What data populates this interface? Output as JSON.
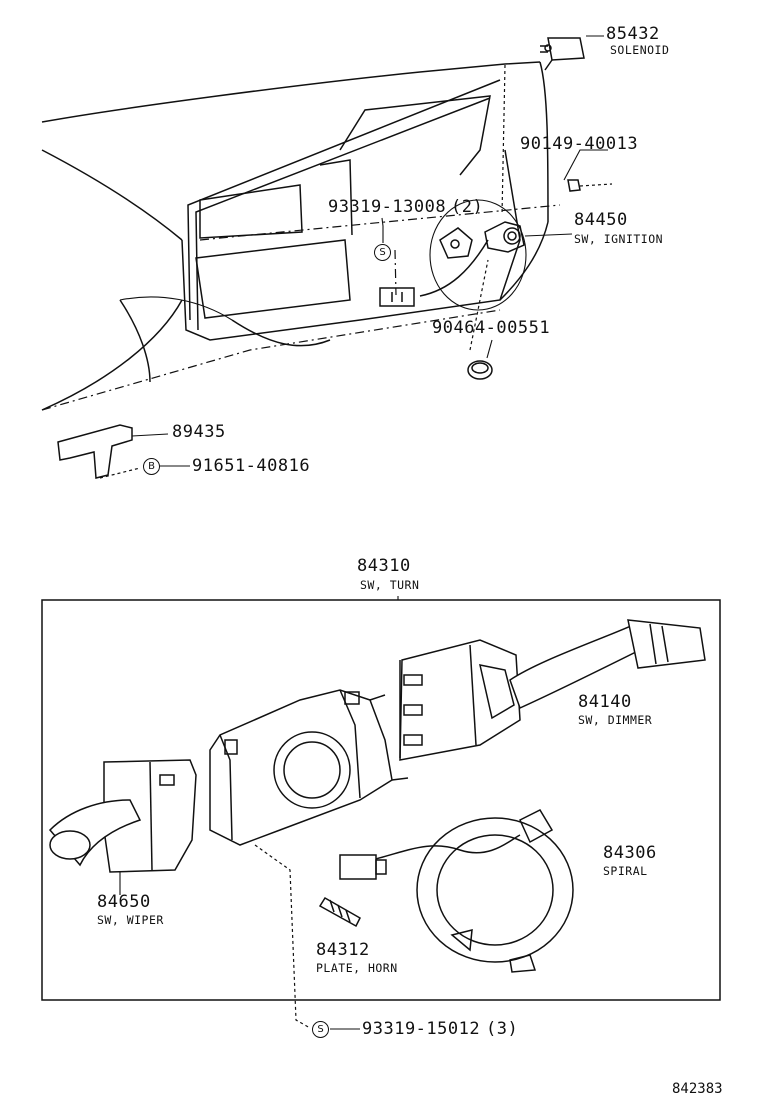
{
  "upper": {
    "solenoid": {
      "part": "85432",
      "name": "SOLENOID"
    },
    "bolt": {
      "part": "90149-40013"
    },
    "screw": {
      "part": "93319-13008",
      "qty": "(2)",
      "symbol": "S"
    },
    "ignition": {
      "part": "84450",
      "name": "SW, IGNITION"
    },
    "clip": {
      "part": "90464-00551"
    },
    "bracket": {
      "part": "89435"
    },
    "bolt_b": {
      "part": "91651-40816",
      "symbol": "B"
    }
  },
  "lower": {
    "turn": {
      "part": "84310",
      "name": "SW, TURN"
    },
    "dimmer": {
      "part": "84140",
      "name": "SW, DIMMER"
    },
    "spiral": {
      "part": "84306",
      "name": "SPIRAL"
    },
    "wiper": {
      "part": "84650",
      "name": "SW, WIPER"
    },
    "horn": {
      "part": "84312",
      "name": "PLATE, HORN"
    },
    "screw": {
      "part": "93319-15012",
      "qty": "(3)",
      "symbol": "S"
    }
  },
  "figure_id": "842383"
}
